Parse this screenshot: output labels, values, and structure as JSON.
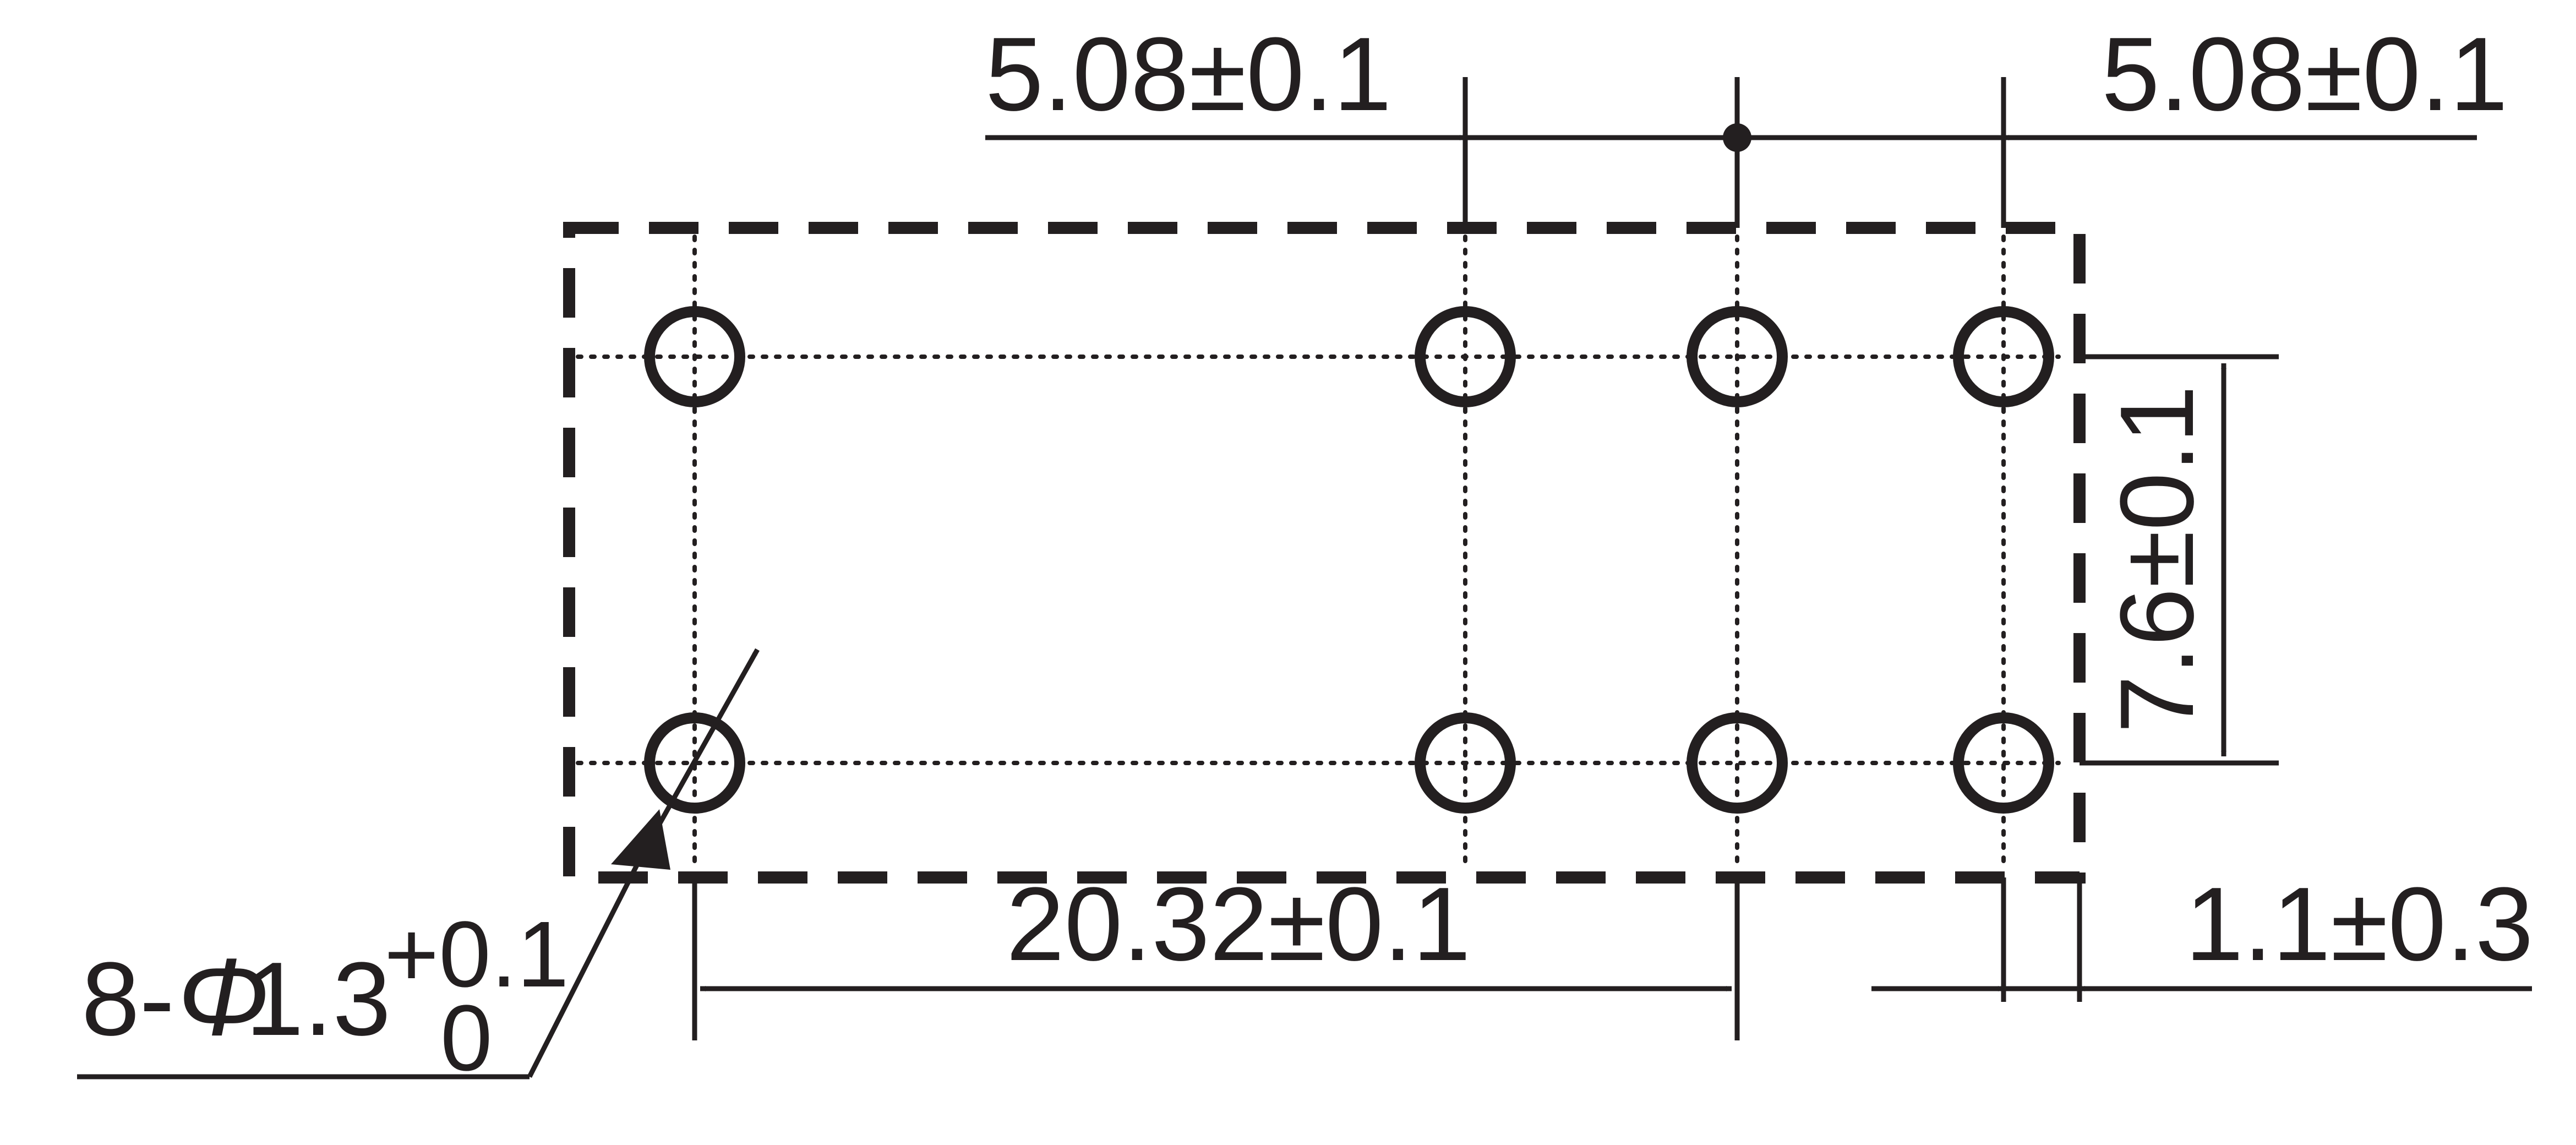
{
  "drawing": {
    "line_color": "#231f20",
    "background_color": "#ffffff",
    "pin_count": 8
  },
  "dimensions": {
    "pitch_left": "5.08±0.1",
    "pitch_right": "5.08±0.1",
    "row_spacing": "7.6±0.1",
    "pin_span": "20.32±0.1",
    "edge_offset": "1.1±0.3",
    "hole_prefix": "8-",
    "hole_symbol": "Φ",
    "hole_diameter": "1.3",
    "hole_tol_upper": "+0.1",
    "hole_tol_lower": "0"
  }
}
